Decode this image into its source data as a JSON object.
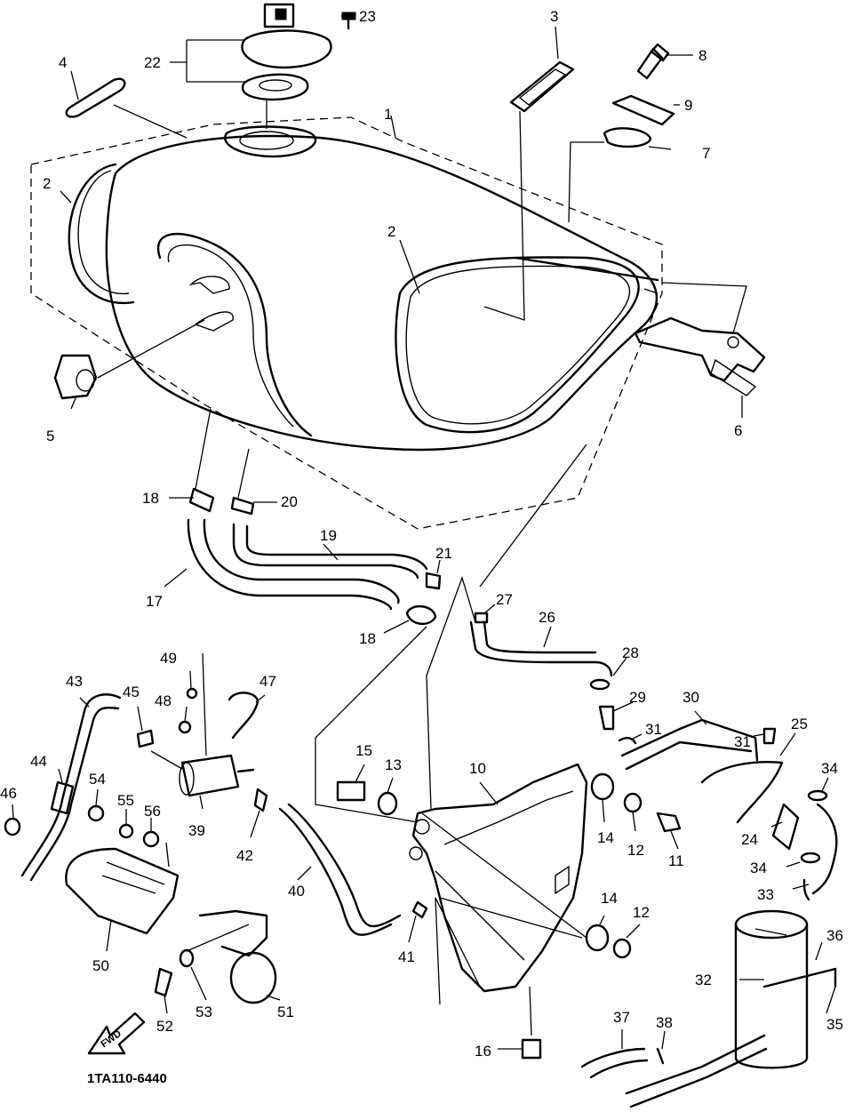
{
  "diagram": {
    "code": "1TA110-6440",
    "fwd_arrow": "FWD",
    "callouts": {
      "p1": "1",
      "p2a": "2",
      "p2b": "2",
      "p3": "3",
      "p4": "4",
      "p5": "5",
      "p6": "6",
      "p7": "7",
      "p8": "8",
      "p9": "9",
      "p10": "10",
      "p11": "11",
      "p12a": "12",
      "p12b": "12",
      "p13": "13",
      "p14a": "14",
      "p14b": "14",
      "p15": "15",
      "p16": "16",
      "p17": "17",
      "p18a": "18",
      "p18b": "18",
      "p19": "19",
      "p20": "20",
      "p21": "21",
      "p22": "22",
      "p23": "23",
      "p24": "24",
      "p25": "25",
      "p26": "26",
      "p27": "27",
      "p28": "28",
      "p29": "29",
      "p30": "30",
      "p31a": "31",
      "p31b": "31",
      "p32": "32",
      "p33": "33",
      "p34a": "34",
      "p34b": "34",
      "p35": "35",
      "p36": "36",
      "p37": "37",
      "p38": "38",
      "p39": "39",
      "p40": "40",
      "p41": "41",
      "p42": "42",
      "p43": "43",
      "p44": "44",
      "p45": "45",
      "p46": "46",
      "p47": "47",
      "p48": "48",
      "p49": "49",
      "p50": "50",
      "p51": "51",
      "p52": "52",
      "p53": "53",
      "p54": "54",
      "p55": "55",
      "p56": "56"
    }
  }
}
